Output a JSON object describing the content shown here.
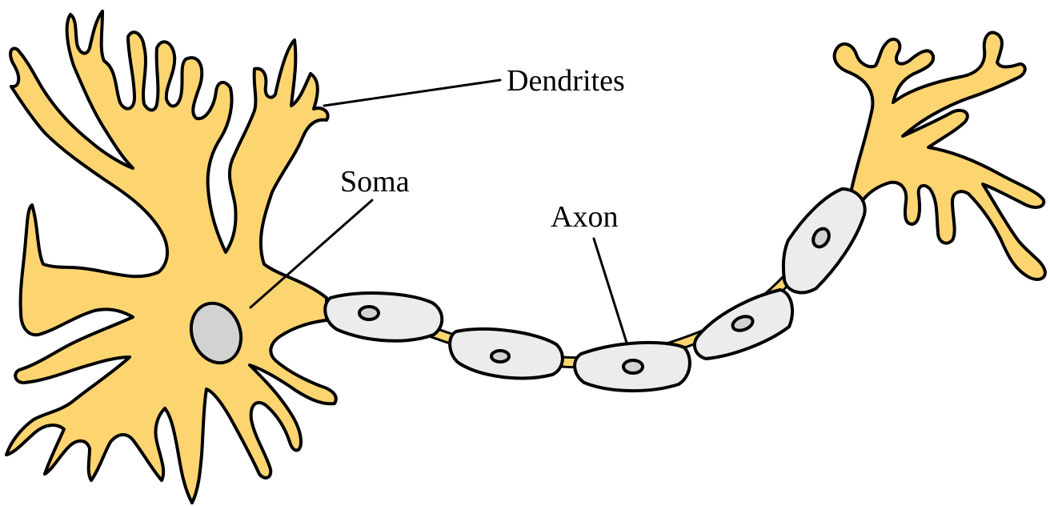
{
  "labels": {
    "dendrites": "Dendrites",
    "soma": "Soma",
    "axon": "Axon"
  },
  "colors": {
    "cell_body": "#fcd571",
    "myelin": "#ececec",
    "nucleus": "#d2d2d2",
    "outline": "#000000",
    "background": "#ffffff"
  }
}
